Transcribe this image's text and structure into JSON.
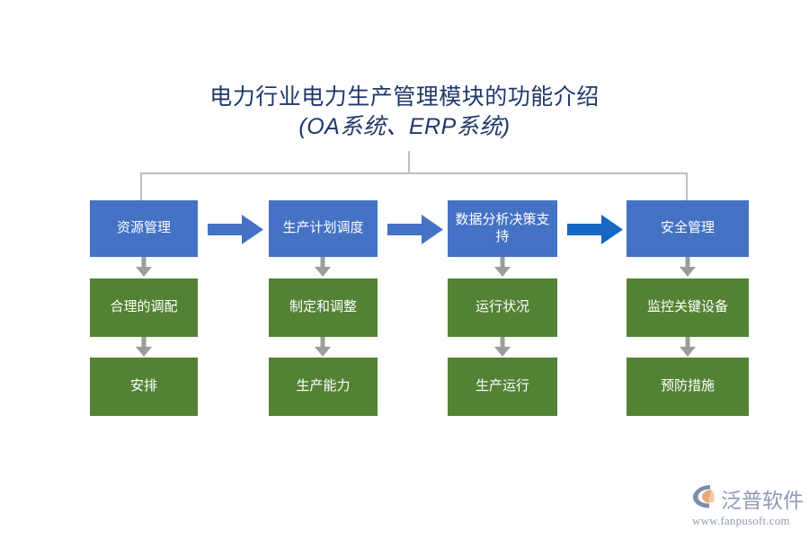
{
  "title": {
    "line1": "电力行业电力生产管理模块的功能介绍",
    "line2": "(OA系统、ERP系统)",
    "color": "#20386B"
  },
  "colors": {
    "process_blue": "#4472C4",
    "detail_green": "#548235",
    "arrow_blue": "#4472C4",
    "arrow_blue_accent": "#1668C4",
    "connector_gray": "#BFBFBF",
    "down_arrow_gray": "#9C9C9C",
    "background": "#FFFFFF",
    "logo_text": "#8E9BB5",
    "logo_mark_blue": "#7E8CAB",
    "logo_mark_orange": "#E8A87C"
  },
  "columns": [
    {
      "id": "resource-management",
      "process": "资源管理",
      "details": [
        "合理的调配",
        "安排"
      ]
    },
    {
      "id": "production-plan-scheduling",
      "process": "生产计划调度",
      "details": [
        "制定和调整",
        "生产能力"
      ]
    },
    {
      "id": "data-analysis-decision-support",
      "process": "数据分析决策支持",
      "details": [
        "运行状况",
        "生产运行"
      ]
    },
    {
      "id": "safety-management",
      "process": "安全管理",
      "details": [
        "监控关键设备",
        "预防措施"
      ]
    }
  ],
  "flow_arrows": [
    {
      "from": "资源管理",
      "to": "生产计划调度",
      "style": "standard"
    },
    {
      "from": "生产计划调度",
      "to": "数据分析决策支持",
      "style": "standard"
    },
    {
      "from": "数据分析决策支持",
      "to": "安全管理",
      "style": "accent"
    }
  ],
  "logo": {
    "wordmark": "泛普软件",
    "url": "www.fanpusoft.com"
  }
}
